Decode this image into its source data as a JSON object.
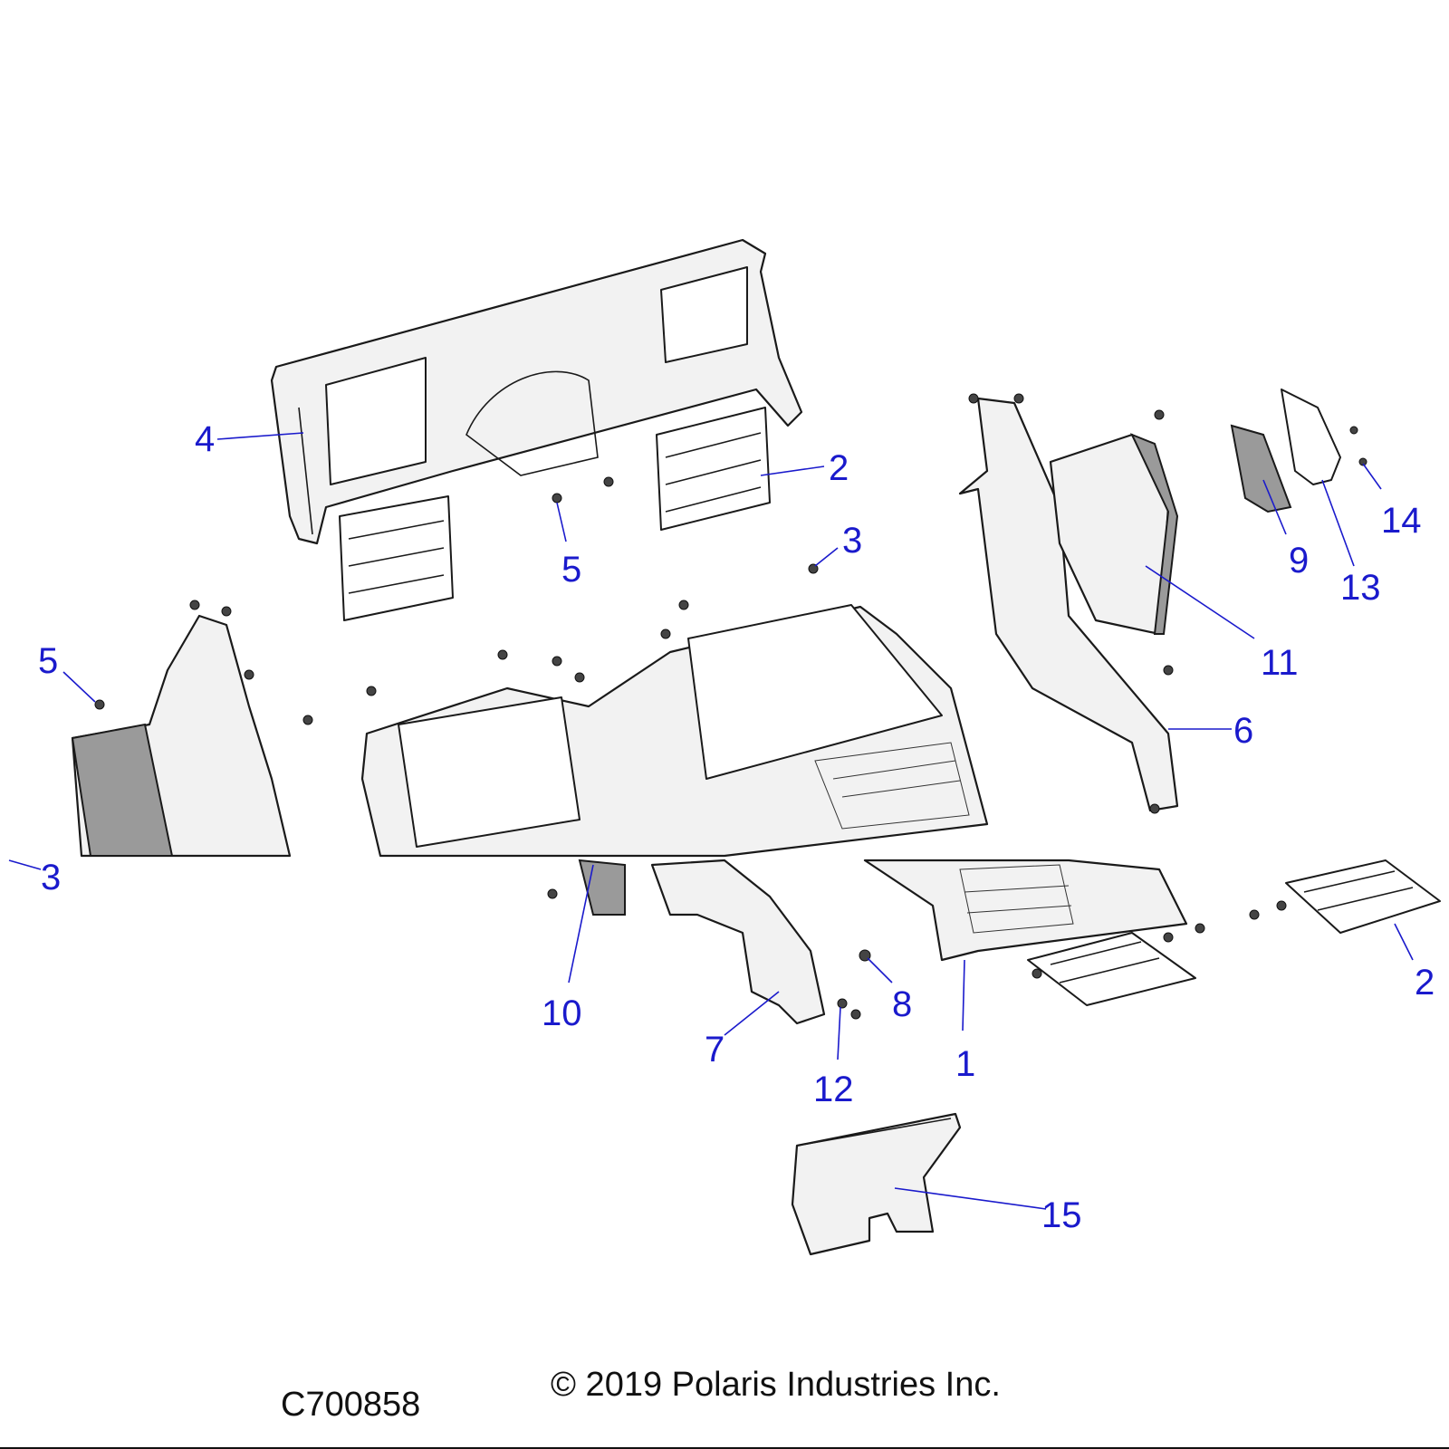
{
  "drawing_number": "C700858",
  "copyright": "© 2019 Polaris Industries Inc.",
  "colors": {
    "callout": "#1a1acc",
    "line": "#1a1a1a",
    "shade": "#9a9a9a"
  },
  "callouts": [
    {
      "id": "c4",
      "label": "4"
    },
    {
      "id": "c2a",
      "label": "2"
    },
    {
      "id": "c5a",
      "label": "5"
    },
    {
      "id": "c3a",
      "label": "3"
    },
    {
      "id": "c5b",
      "label": "5"
    },
    {
      "id": "c9",
      "label": "9"
    },
    {
      "id": "c13",
      "label": "13"
    },
    {
      "id": "c14",
      "label": "14"
    },
    {
      "id": "c11",
      "label": "11"
    },
    {
      "id": "c6",
      "label": "6"
    },
    {
      "id": "c3b",
      "label": "3"
    },
    {
      "id": "c10",
      "label": "10"
    },
    {
      "id": "c7",
      "label": "7"
    },
    {
      "id": "c12",
      "label": "12"
    },
    {
      "id": "c8",
      "label": "8"
    },
    {
      "id": "c1",
      "label": "1"
    },
    {
      "id": "c2b",
      "label": "2"
    },
    {
      "id": "c15",
      "label": "15"
    }
  ]
}
